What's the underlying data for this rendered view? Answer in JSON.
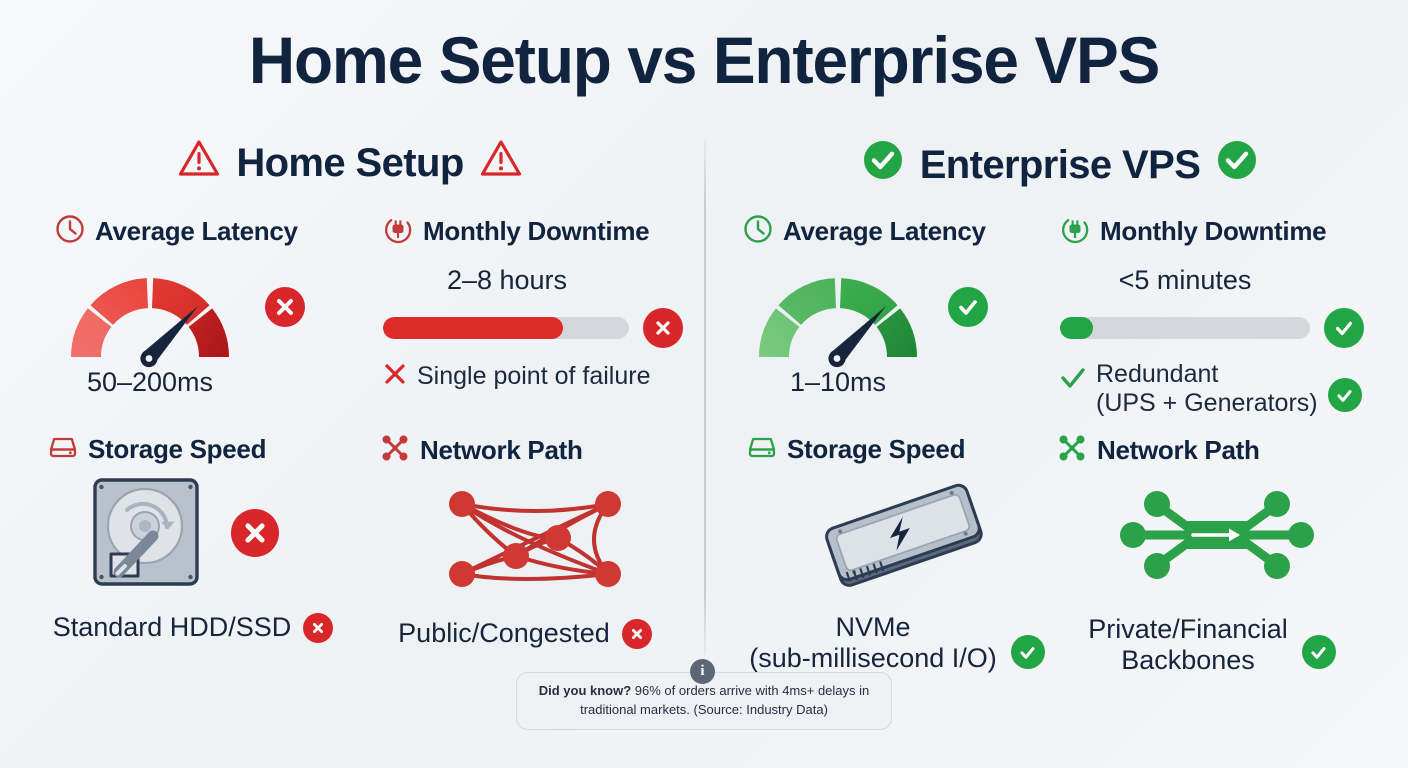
{
  "title": "Home Setup vs Enterprise VPS",
  "columns": {
    "home": {
      "header": "Home Setup",
      "header_icon_left": "warning-triangle-icon",
      "header_icon_right": "warning-triangle-icon",
      "accent": "#d8262a"
    },
    "vps": {
      "header": "Enterprise VPS",
      "header_icon_left": "check-circle-icon",
      "header_icon_right": "check-circle-icon",
      "accent": "#22a544"
    }
  },
  "home_metrics": {
    "latency": {
      "label": "Average Latency",
      "icon": "clock-icon",
      "value": "50–200ms",
      "status_icon": "x-circle-icon",
      "gauge_needle_pct": 78
    },
    "downtime": {
      "label": "Monthly Downtime",
      "icon": "power-plug-icon",
      "value": "2–8 hours",
      "bar_fill_pct": 73,
      "status_icon": "x-circle-icon",
      "note": "Single point of failure",
      "note_icon": "x-mark-icon"
    },
    "storage": {
      "label": "Storage Speed",
      "icon": "hard-drive-icon",
      "graphic": "hdd-illustration",
      "status_icon": "x-circle-icon",
      "value": "Standard HDD/SSD",
      "value_status_icon": "x-circle-icon"
    },
    "network": {
      "label": "Network Path",
      "icon": "network-nodes-icon",
      "graphic": "tangled-mesh-illustration",
      "value": "Public/Congested",
      "value_status_icon": "x-circle-icon"
    }
  },
  "vps_metrics": {
    "latency": {
      "label": "Average Latency",
      "icon": "clock-icon",
      "value": "1–10ms",
      "status_icon": "check-circle-icon",
      "gauge_needle_pct": 78
    },
    "downtime": {
      "label": "Monthly Downtime",
      "icon": "power-plug-icon",
      "value": "<5 minutes",
      "bar_fill_pct": 5,
      "status_icon": "check-circle-icon",
      "note_line1": "Redundant",
      "note_line2": "(UPS + Generators)",
      "note_icon": "check-mark-icon",
      "note_status_icon": "check-circle-icon"
    },
    "storage": {
      "label": "Storage Speed",
      "icon": "hard-drive-icon",
      "graphic": "nvme-illustration",
      "value_line1": "NVMe",
      "value_line2": "(sub-millisecond I/O)",
      "value_status_icon": "check-circle-icon"
    },
    "network": {
      "label": "Network Path",
      "icon": "network-nodes-icon",
      "graphic": "backbone-illustration",
      "value_line1": "Private/Financial",
      "value_line2": "Backbones",
      "value_status_icon": "check-circle-icon"
    }
  },
  "footer": {
    "icon": "info-icon",
    "badge_glyph": "i",
    "lead": "Did you know?",
    "body": " 96% of orders arrive with 4ms+ delays in traditional markets. (Source: Industry Data)"
  },
  "colors": {
    "red": "#d8262a",
    "red_bright": "#e02b2b",
    "green": "#22a544",
    "navy": "#10243f",
    "track": "#d4d8dd"
  }
}
